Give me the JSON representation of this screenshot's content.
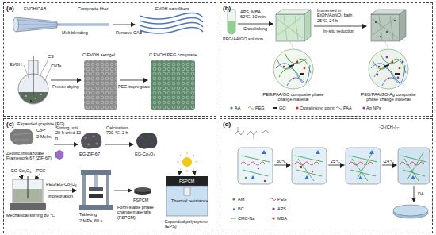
{
  "diagram": {
    "nodes": [
      {
        "text": [
          "(a)"
        ]
      },
      {
        "text": [
          "(b)"
        ]
      },
      {
        "text": [
          "(c)"
        ]
      },
      {
        "text": [
          "(d)"
        ]
      }
    ],
    "labels": [
      "EVOH/CAB",
      "Composite fiber",
      "EVOH nanofibers",
      "Melt blending",
      "Remove CAB",
      "EVOH",
      "CS",
      "CNTs",
      "Freeze drying",
      "C EVOH aerogel",
      "PEG impregnate",
      "C EVOH PEG composite",
      "PEG/AA/GO solution",
      "APS, MBA, 60℃, 30 min",
      "Crosslinking",
      "Immersed in EtOH/AgNO₃ bath 25℃, 24 h",
      "In-situ reduction",
      "PEG/PAA/GO composite phase change material",
      "PEG/PAA/GO-Ag composite phase change material",
      "Expanded graphite (EG)",
      "Co²⁺",
      "2-MeIm",
      "Zeolitic Imidazolate Framework-67 (ZIF-67)",
      "Stirring until 20 h dried 12 h",
      "EG-ZIF-67",
      "Calcination 700 ℃, 2 h",
      "EG-Co₃O₄",
      "EG-Co₃O₄",
      "PEG",
      "Mechanical stirring 80 ℃",
      "PEG/EG-Co₃O₄",
      "Impregnation",
      "Tableting",
      "2 MPa, 60 s",
      "FSPCM",
      "Form-stable phase change materials (FSPCM)",
      "FSPCM",
      "Thermal resistance",
      "Expanded polystyrene (EPS)",
      "60℃",
      "25℃",
      "-24℃",
      "-O-(CH₂)₂-",
      "DA"
    ],
    "legend": [
      {
        "text": "AA"
      },
      {
        "text": "PEG"
      },
      {
        "text": "GO"
      },
      {
        "text": "Crosslinking point"
      },
      {
        "text": "PAA"
      },
      {
        "text": "Ag NPs"
      },
      {
        "text": "AM"
      },
      {
        "text": "BC"
      },
      {
        "text": "CMC-Na"
      },
      {
        "text": "PEG"
      },
      {
        "text": "APS"
      },
      {
        "text": "MBA"
      }
    ]
  }
}
